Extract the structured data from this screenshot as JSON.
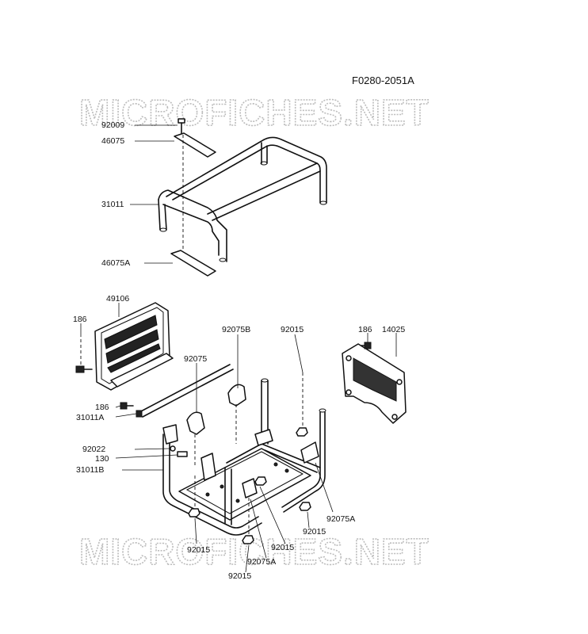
{
  "diagram": {
    "code": "F0280-2051A",
    "watermark": "MICROFICHES.NET",
    "labels": {
      "p92009": "92009",
      "p46075": "46075",
      "p31011": "31011",
      "p46075A": "46075A",
      "p49106": "49106",
      "p186_left": "186",
      "p186_mid": "186",
      "p186_right": "186",
      "p14025": "14025",
      "p92075B": "92075B",
      "p92015_top": "92015",
      "p92075": "92075",
      "p31011A": "31011A",
      "p92022": "92022",
      "p130": "130",
      "p31011B": "31011B",
      "p92075A_right": "92075A",
      "p92015_r": "92015",
      "p92015_bl": "92015",
      "p92015_bm": "92015",
      "p92075A_bottom": "92075A",
      "p92015_bottom": "92015"
    }
  }
}
